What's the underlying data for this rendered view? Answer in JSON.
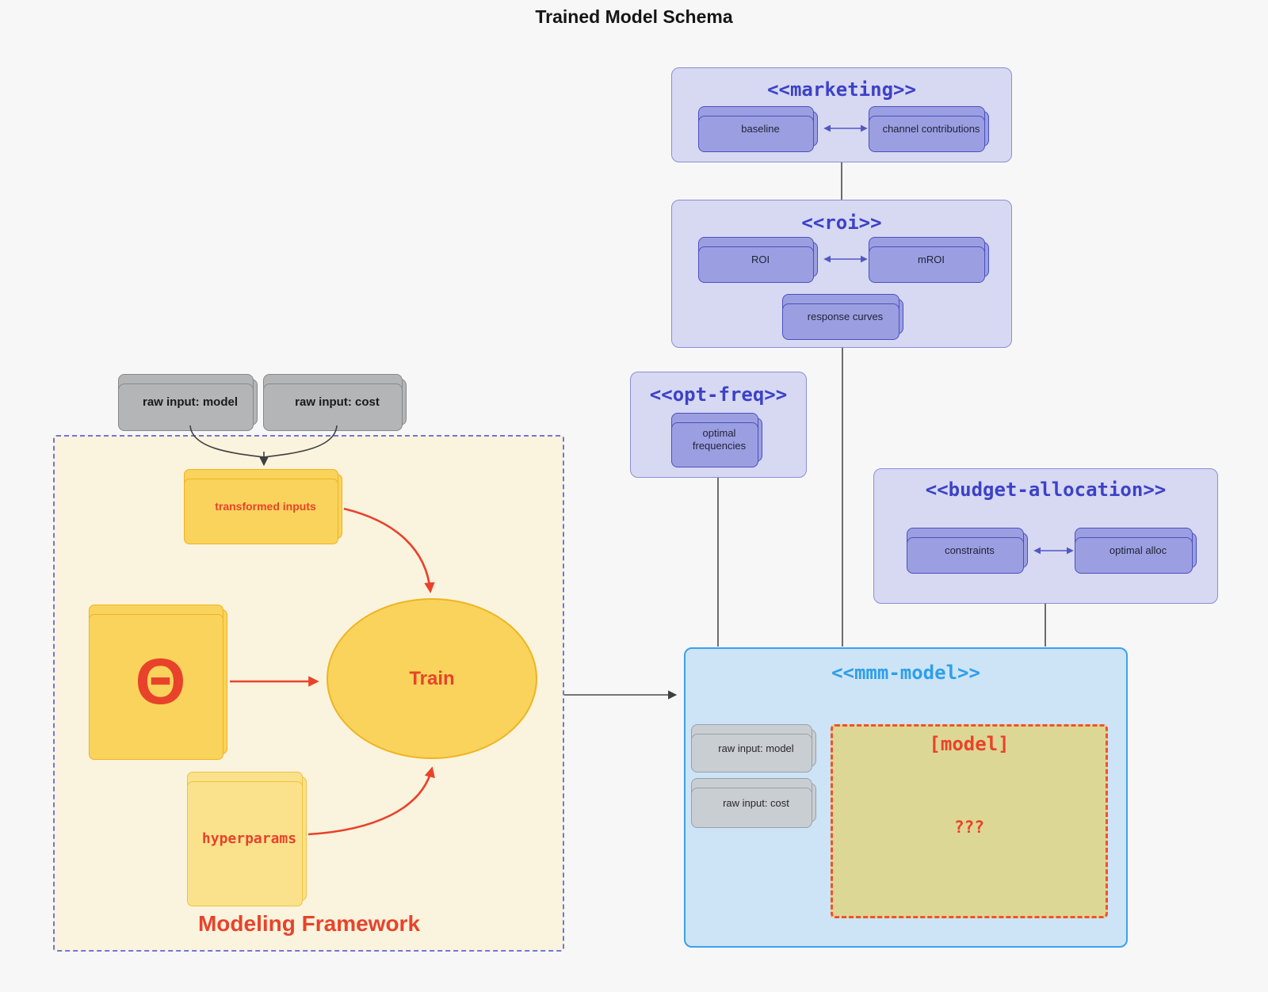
{
  "title": "Trained Model Schema",
  "colors": {
    "background": "#f7f7f8",
    "lavender_fill": "#d7d8f2",
    "lavender_border": "#8b8fd4",
    "purple_title": "#3c42c6",
    "purple_node_fill": "#9b9fe1",
    "purple_node_border": "#4b51bd",
    "node_text": "#1f2235",
    "connector_purple": "#5158c2",
    "line_gray": "#4a4a4a",
    "gray_node_fill": "#b4b5b7",
    "gray_node_border": "#87888a",
    "gray_node_text": "#1a1a1a",
    "mmm_fill": "#cde4f7",
    "mmm_border": "#3ba2ea",
    "mmm_title": "#2e9fe8",
    "mmm_gray_fill": "#c9ced3",
    "mmm_gray_border": "#9aa1a8",
    "framework_fill": "#faf3de",
    "framework_border": "#7077d8",
    "red": "#e8432a",
    "yellow_fill": "#f9d35c",
    "yellow_border": "#efb41f",
    "yellow_light_fill": "#fae28c",
    "yellow_light_border": "#f0c23f",
    "model_box_fill": "#ddd795",
    "model_box_border": "#f1512d"
  },
  "containers": {
    "marketing": {
      "title": "<<marketing>>"
    },
    "roi": {
      "title": "<<roi>>"
    },
    "opt_freq": {
      "title": "<<opt-freq>>"
    },
    "budget": {
      "title": "<<budget-allocation>>"
    },
    "mmm": {
      "title": "<<mmm-model>>"
    },
    "framework": {
      "label": "Modeling Framework"
    }
  },
  "nodes": {
    "baseline": "baseline",
    "channel_contributions": "channel contributions",
    "roi": "ROI",
    "mroi": "mROI",
    "response_curves": "response curves",
    "optimal_frequencies": "optimal frequencies",
    "constraints": "constraints",
    "optimal_alloc": "optimal alloc",
    "raw_input_model": "raw input: model",
    "raw_input_cost": "raw input: cost",
    "mmm_raw_input_model": "raw input: model",
    "mmm_raw_input_cost": "raw input: cost",
    "transformed_inputs": "transformed inputs",
    "theta": "Θ",
    "train": "Train",
    "hyperparams": "hyperparams",
    "model_box_label": "[model]",
    "model_box_unknown": "???"
  }
}
